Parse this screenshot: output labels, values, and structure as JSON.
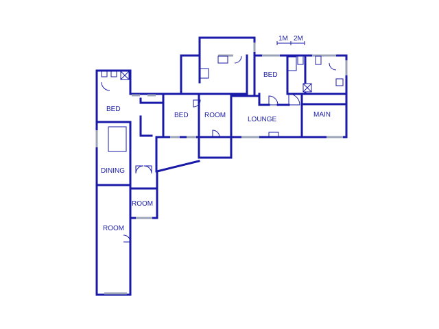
{
  "scale": {
    "label_1m": "1M",
    "label_2m": "2M"
  },
  "rooms": {
    "bed_left": "BED",
    "dining": "DINING",
    "room_small": "ROOM",
    "room_bottom": "ROOM",
    "bed_center": "BED",
    "room_center": "ROOM",
    "lounge": "LOUNGE",
    "bed_top": "BED",
    "main": "MAIN"
  },
  "colors": {
    "wall": "#1a1aa8",
    "window": "#9aa3b8",
    "background": "#ffffff"
  }
}
